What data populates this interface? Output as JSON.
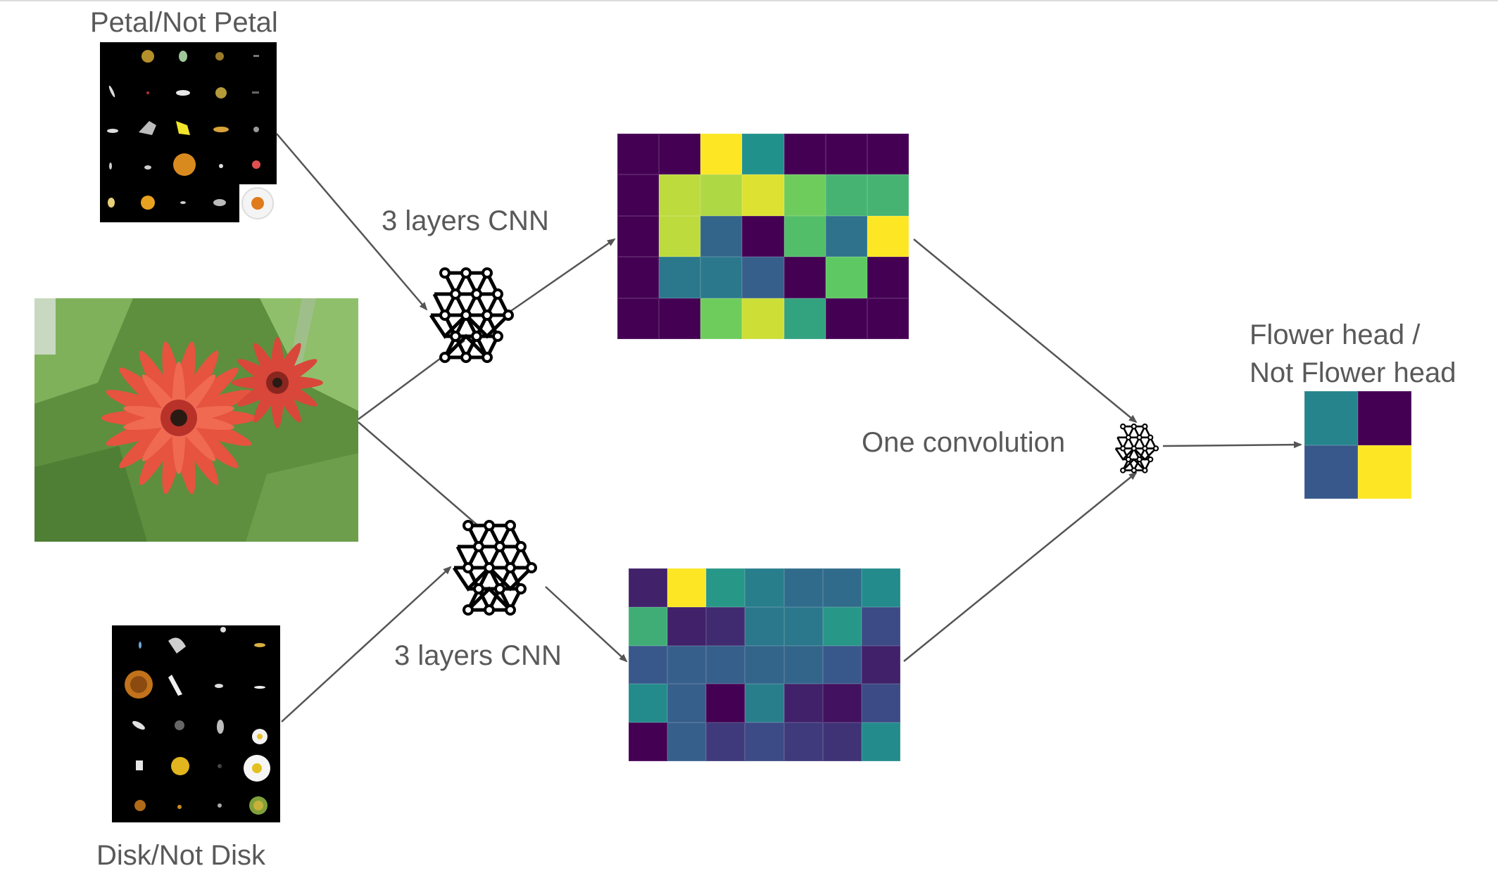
{
  "labels": {
    "petal_title": "Petal/Not Petal",
    "disk_title": "Disk/Not Disk",
    "cnn_top": "3 layers CNN",
    "cnn_bottom": "3 layers CNN",
    "one_convolution": "One convolution",
    "output_line1": "Flower head /",
    "output_line2": "Not Flower head"
  },
  "colors": {
    "label_text": "#595959",
    "arrow": "#555555",
    "panel_background": "#000000"
  },
  "icons": {
    "cnn": "neural-network-icon"
  },
  "heatmap_colormap": [
    "#440154",
    "#3b528b",
    "#21918c",
    "#5ec962",
    "#fde725"
  ],
  "heatmaps": {
    "petal_map": {
      "rows": 5,
      "cols": 7,
      "values": [
        [
          0,
          0,
          4,
          2,
          0,
          0,
          0
        ],
        [
          0,
          3.6,
          3.5,
          3.8,
          3.1,
          2.6,
          2.6
        ],
        [
          0,
          3.6,
          1.3,
          0,
          2.8,
          1.5,
          4
        ],
        [
          0,
          1.6,
          1.6,
          1.2,
          0,
          3,
          0
        ],
        [
          0,
          0,
          3.1,
          3.7,
          2.3,
          0,
          0
        ]
      ]
    },
    "disk_map": {
      "rows": 5,
      "cols": 7,
      "values": [
        [
          0.4,
          4,
          2.1,
          1.7,
          1.4,
          1.4,
          1.9
        ],
        [
          2.5,
          0.4,
          0.5,
          1.6,
          1.6,
          2.1,
          0.9
        ],
        [
          1.1,
          1.2,
          1.2,
          1.3,
          1.3,
          1.1,
          0.4
        ],
        [
          1.9,
          1.2,
          0,
          1.7,
          0.4,
          0.2,
          0.9
        ],
        [
          0,
          1.2,
          0.7,
          0.9,
          0.7,
          0.6,
          1.9
        ]
      ]
    },
    "output_map": {
      "rows": 2,
      "cols": 2,
      "values": [
        [
          1.8,
          0
        ],
        [
          1.1,
          4
        ]
      ]
    }
  }
}
